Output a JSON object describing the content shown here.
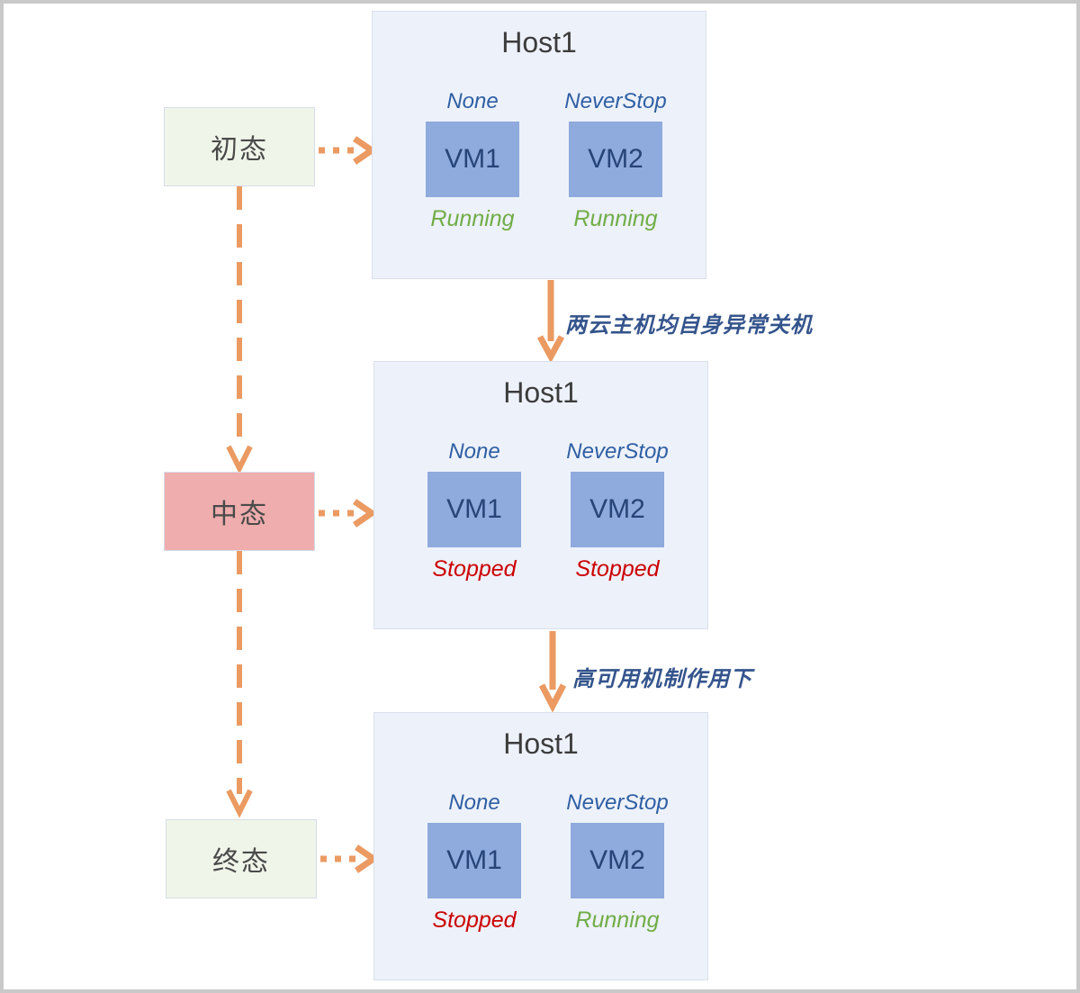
{
  "diagram": {
    "title_absent": true,
    "colors": {
      "arrow": "#eb9a62",
      "host_bg": "#edf1fa",
      "host_border": "#d9dfec",
      "vm_fill": "#8faadc",
      "vm_text": "#264478",
      "state_initial_bg": "#f0f5e9",
      "state_middle_bg": "#efadad",
      "state_final_bg": "#f0f5e9",
      "policy_text": "#2e5fa3",
      "running_text": "#70ad47",
      "stopped_text": "#cc0000",
      "edge_label_text": "#34548c",
      "frame_border": "#c9c9c9"
    },
    "states": [
      {
        "id": "initial",
        "label": "初态"
      },
      {
        "id": "middle",
        "label": "中态"
      },
      {
        "id": "final",
        "label": "终态"
      }
    ],
    "hosts": [
      {
        "id": "host-stage-1",
        "title": "Host1",
        "vms": [
          {
            "name": "VM1",
            "policy": "None",
            "status": "Running"
          },
          {
            "name": "VM2",
            "policy": "NeverStop",
            "status": "Running"
          }
        ]
      },
      {
        "id": "host-stage-2",
        "title": "Host1",
        "vms": [
          {
            "name": "VM1",
            "policy": "None",
            "status": "Stopped"
          },
          {
            "name": "VM2",
            "policy": "NeverStop",
            "status": "Stopped"
          }
        ]
      },
      {
        "id": "host-stage-3",
        "title": "Host1",
        "vms": [
          {
            "name": "VM1",
            "policy": "None",
            "status": "Stopped"
          },
          {
            "name": "VM2",
            "policy": "NeverStop",
            "status": "Running"
          }
        ]
      }
    ],
    "edge_labels": [
      {
        "id": "edge-1-2",
        "text": "两云主机均自身异常关机"
      },
      {
        "id": "edge-2-3",
        "text": "高可用机制作用下"
      }
    ]
  }
}
